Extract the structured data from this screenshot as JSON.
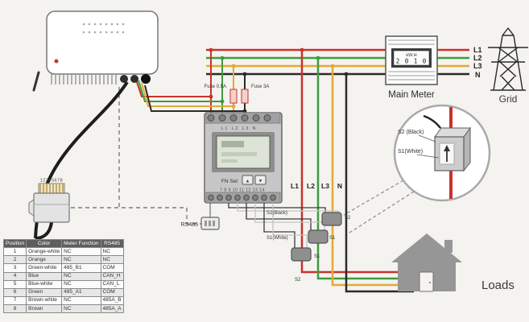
{
  "colors": {
    "line_red": "#c8332b",
    "line_green": "#3f9b3f",
    "line_yellow": "#e2a93b",
    "line_black": "#2a2a2a"
  },
  "rj45": {
    "pin_numbers": "12345678"
  },
  "fuses": {
    "fuse1": "Fuse 0.5A",
    "fuse2": "Fuse 3A"
  },
  "meter": {
    "top_labels": "L1 L2 L3 N",
    "fn_set": "FN Set",
    "btn_up": "▲",
    "btn_down": "▼",
    "bottom_numbers": "7 8 9 10 11 12 13 14",
    "rs485_label": "RS485"
  },
  "phases": {
    "l1": "L1",
    "l2": "L2",
    "l3": "L3",
    "n": "N"
  },
  "ct": {
    "s2_black": "S2(Black)",
    "s1_white": "S1(White)",
    "s1": "S1",
    "s2": "S2"
  },
  "detail": {
    "s2": "S2 (Black)",
    "s1": "S1(White)"
  },
  "main_meter": {
    "label": "Main Meter",
    "kwh": "kW.H",
    "reading": "2 0 1 0"
  },
  "grid_label": "Grid",
  "loads_label": "Loads",
  "table": {
    "headers": [
      "Position",
      "Color",
      "Meter Function",
      "RS485"
    ],
    "rows": [
      [
        "1",
        "Orange-white",
        "NC",
        "NC"
      ],
      [
        "2",
        "Orange",
        "NC",
        "NC"
      ],
      [
        "3",
        "Green-white",
        "485_B1",
        "COM"
      ],
      [
        "4",
        "Blue",
        "NC",
        "CAN_H"
      ],
      [
        "5",
        "Blue-white",
        "NC",
        "CAN_L"
      ],
      [
        "6",
        "Green",
        "485_A1",
        "COM"
      ],
      [
        "7",
        "Brown-white",
        "NC",
        "485A_B"
      ],
      [
        "8",
        "Brown",
        "NC",
        "485A_A"
      ]
    ]
  }
}
